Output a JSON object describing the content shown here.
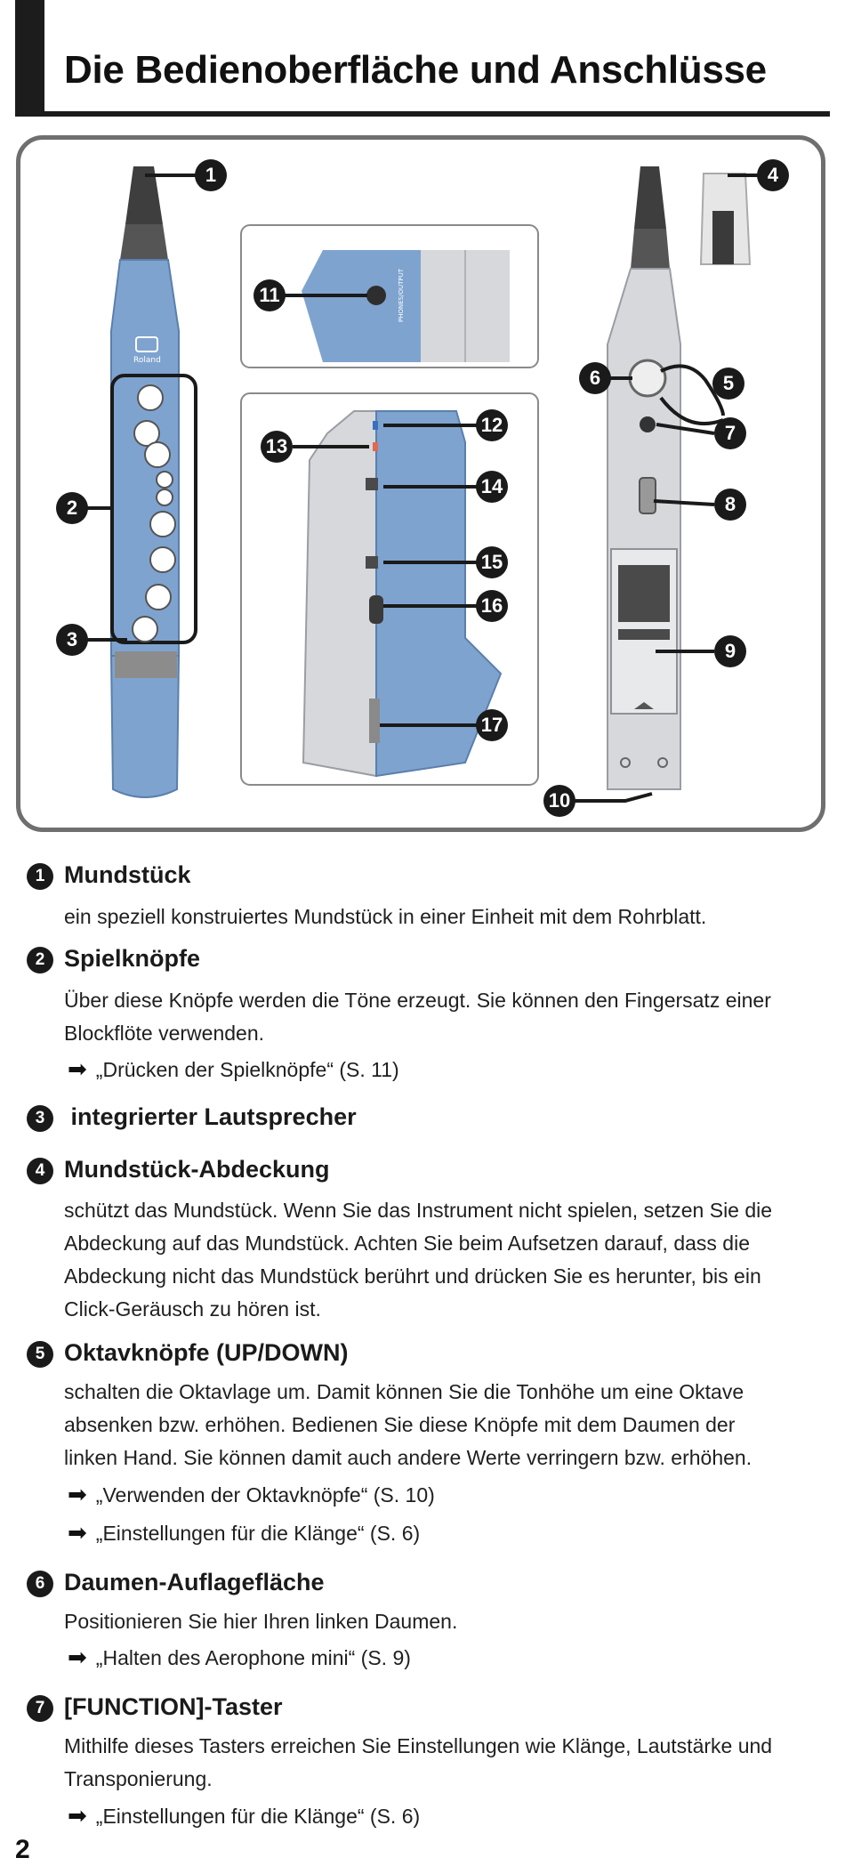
{
  "header": {
    "title": "Die Bedienoberfläche und Anschlüsse"
  },
  "figure": {
    "brand": "Roland",
    "jack_label": "PHONES/OUTPUT",
    "callouts": [
      "1",
      "2",
      "3",
      "4",
      "5",
      "6",
      "7",
      "8",
      "9",
      "10",
      "11",
      "12",
      "13",
      "14",
      "15",
      "16",
      "17"
    ]
  },
  "items": [
    {
      "num": "1",
      "title": "Mundstück",
      "lines": [
        "ein speziell konstruiertes Mundstück in einer Einheit mit dem Rohrblatt."
      ],
      "refs": []
    },
    {
      "num": "2",
      "title": "Spielknöpfe",
      "lines": [
        "Über diese Knöpfe werden die Töne erzeugt. Sie können den Fingersatz einer",
        "Blockflöte verwenden."
      ],
      "refs": [
        "„Drücken der Spielknöpfe“ (S. 11)"
      ]
    },
    {
      "num": "3",
      "title": " integrierter Lautsprecher",
      "lines": [],
      "refs": []
    },
    {
      "num": "4",
      "title": "Mundstück-Abdeckung",
      "lines": [
        "schützt das Mundstück. Wenn Sie das Instrument nicht spielen, setzen Sie die",
        "Abdeckung auf das Mundstück. Achten Sie beim Aufsetzen darauf, dass die",
        "Abdeckung nicht das Mundstück berührt und drücken Sie es herunter, bis ein",
        "Click-Geräusch zu hören ist."
      ],
      "refs": []
    },
    {
      "num": "5",
      "title": "Oktavknöpfe (UP/DOWN)",
      "lines": [
        "schalten die Oktavlage um. Damit können Sie die Tonhöhe um eine Oktave",
        "absenken bzw. erhöhen. Bedienen Sie diese Knöpfe mit dem Daumen der",
        "linken Hand. Sie können damit auch andere Werte verringern bzw. erhöhen."
      ],
      "refs": [
        "„Verwenden der Oktavknöpfe“ (S. 10)",
        "„Einstellungen für die Klänge“ (S. 6)"
      ]
    },
    {
      "num": "6",
      "title": "Daumen-Auflagefläche",
      "lines": [
        "Positionieren Sie hier Ihren linken Daumen."
      ],
      "refs": [
        "„Halten des Aerophone mini“ (S. 9)"
      ]
    },
    {
      "num": "7",
      "title": "[FUNCTION]-Taster",
      "lines": [
        "Mithilfe dieses Tasters erreichen Sie Einstellungen wie Klänge, Lautstärke und",
        "Transponierung."
      ],
      "refs": [
        "„Einstellungen für die Klänge“ (S. 6)"
      ]
    }
  ],
  "page_number": "2",
  "colors": {
    "instrument_blue": "#7fa3cf",
    "dark": "#1a1a1a",
    "frame": "#6f6f6f",
    "gray_body": "#d6d8dc"
  }
}
